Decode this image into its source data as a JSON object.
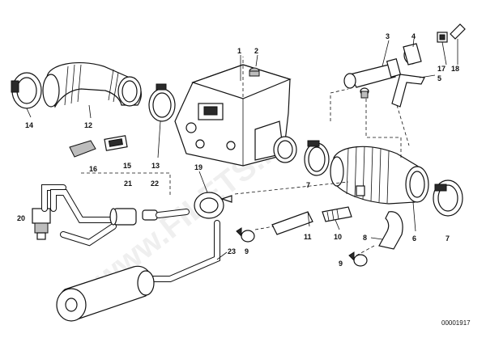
{
  "watermark": "www.FILETS.ru",
  "diagram_ref": "00001917",
  "parts": {
    "p1": "1",
    "p2": "2",
    "p3": "3",
    "p4": "4",
    "p5": "5",
    "p6": "6",
    "p7a": "7",
    "p7b": "7",
    "p8": "8",
    "p9a": "9",
    "p9b": "9",
    "p10": "10",
    "p11": "11",
    "p12": "12",
    "p13": "13",
    "p14": "14",
    "p15": "15",
    "p16": "16",
    "p17": "17",
    "p18": "18",
    "p19": "19",
    "p20": "20",
    "p21": "21",
    "p22": "22",
    "p23": "23"
  }
}
